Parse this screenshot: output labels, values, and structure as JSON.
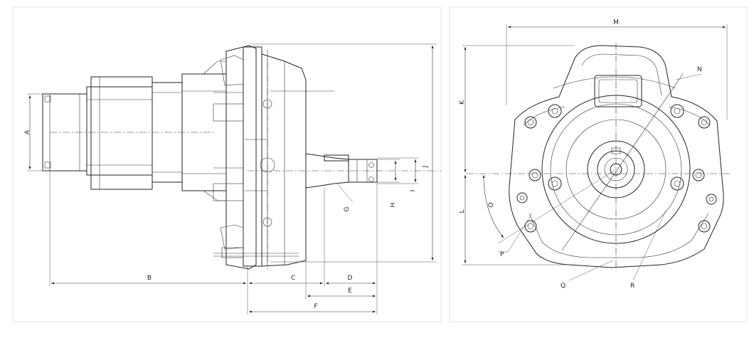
{
  "drawing": {
    "side_view": {
      "dimension_labels": {
        "A": "A",
        "B": "B",
        "C": "C",
        "D": "D",
        "E": "E",
        "F": "F",
        "G": "G",
        "H": "H",
        "I": "I",
        "J": "J"
      }
    },
    "front_view": {
      "dimension_labels": {
        "K": "K",
        "L": "L",
        "M": "M",
        "N": "N",
        "O": "O",
        "P": "P",
        "Q": "Q",
        "R": "R"
      }
    }
  }
}
